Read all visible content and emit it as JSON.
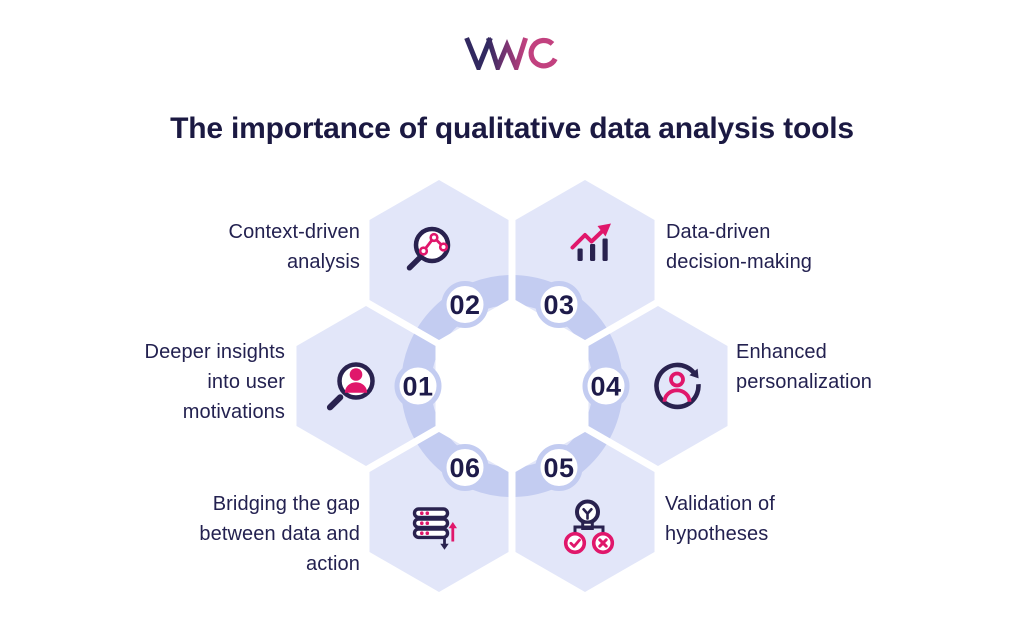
{
  "logo": {
    "text": "VWO"
  },
  "title": "The importance of qualitative data analysis tools",
  "colors": {
    "navy": "#29224f",
    "title_navy": "#1b1942",
    "pink": "#e0176b",
    "logo_navy": "#322960",
    "logo_magenta": "#c2417f",
    "hexagon_fill": "#e2e6f9",
    "ring": "#c3ccf1",
    "background": "#ffffff"
  },
  "items": [
    {
      "number": "01",
      "label": "Deeper insights into user motivations",
      "icon": "user-magnifier-icon",
      "side": "left"
    },
    {
      "number": "02",
      "label": "Context-driven analysis",
      "icon": "chart-magnifier-icon",
      "side": "left"
    },
    {
      "number": "03",
      "label": "Data-driven decision-making",
      "icon": "growth-chart-icon",
      "side": "right"
    },
    {
      "number": "04",
      "label": "Enhanced personalization",
      "icon": "user-refresh-icon",
      "side": "right"
    },
    {
      "number": "05",
      "label": "Validation of hypotheses",
      "icon": "hypothesis-validation-icon",
      "side": "right"
    },
    {
      "number": "06",
      "label": "Bridging the gap between data and action",
      "icon": "data-action-icon",
      "side": "left"
    }
  ]
}
